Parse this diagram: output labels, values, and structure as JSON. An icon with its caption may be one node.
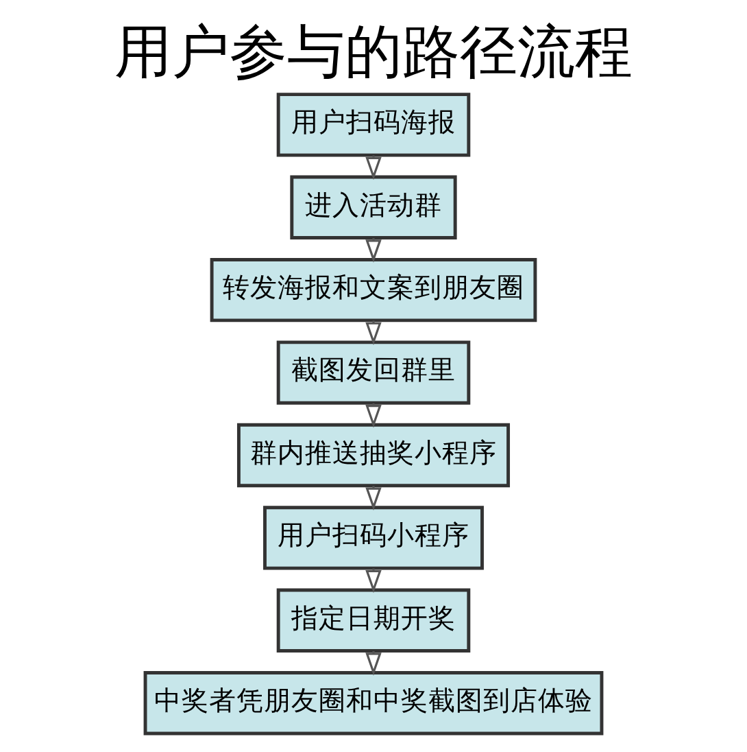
{
  "diagram": {
    "title": "用户参与的路径流程",
    "nodes": [
      {
        "text": [
          "用户扫码海报"
        ]
      },
      {
        "text": [
          "进入活动群"
        ]
      },
      {
        "text": [
          "转发海报和文案到朋友圈"
        ]
      },
      {
        "text": [
          "截图发回群里"
        ]
      },
      {
        "text": [
          "群内推送抽奖小程序"
        ]
      },
      {
        "text": [
          "用户扫码小程序"
        ]
      },
      {
        "text": [
          "指定日期开奖"
        ]
      },
      {
        "text": [
          "中奖者凭朋友圈和中奖截图到店体验"
        ]
      }
    ],
    "edges": [
      {
        "from": 0,
        "to": 1,
        "arrow": "to"
      },
      {
        "from": 1,
        "to": 2,
        "arrow": "to"
      },
      {
        "from": 2,
        "to": 3,
        "arrow": "to"
      },
      {
        "from": 3,
        "to": 4,
        "arrow": "to"
      },
      {
        "from": 4,
        "to": 5,
        "arrow": "to"
      },
      {
        "from": 5,
        "to": 6,
        "arrow": "to"
      },
      {
        "from": 6,
        "to": 7,
        "arrow": "to"
      }
    ]
  }
}
